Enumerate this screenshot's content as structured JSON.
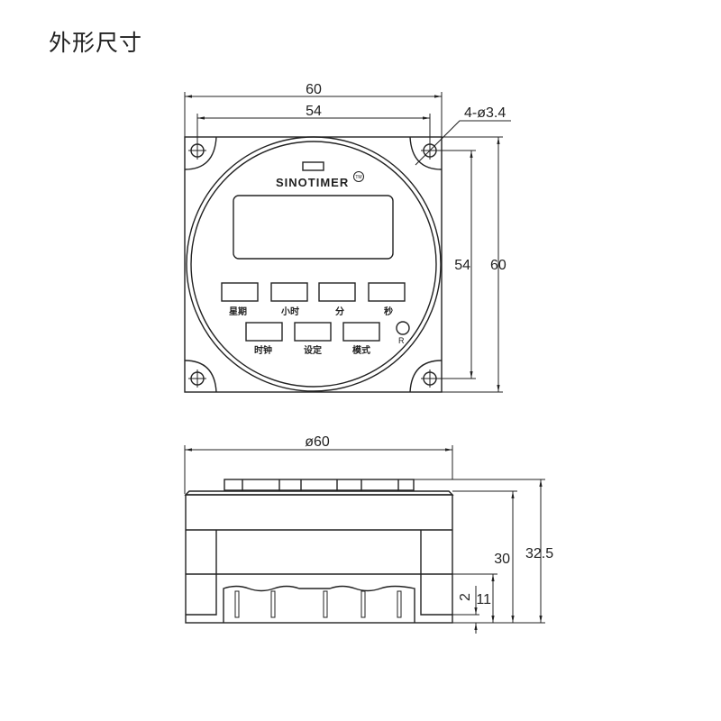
{
  "title": "外形尺寸",
  "front_view": {
    "brand": "SINOTIMER",
    "trademark": "TM",
    "buttons_row1": [
      "星期",
      "小时",
      "分",
      "秒"
    ],
    "buttons_row2": [
      "时钟",
      "设定",
      "模式"
    ],
    "reset_label": "R",
    "dimensions": {
      "width_outer": "60",
      "width_holes": "54",
      "holes": "4-ø3.4",
      "height_holes": "54",
      "height_outer": "60"
    }
  },
  "side_view": {
    "dimensions": {
      "diameter": "ø60",
      "height_body": "30",
      "height_total": "32.5",
      "terminal_height": "11",
      "offset": "2"
    }
  }
}
